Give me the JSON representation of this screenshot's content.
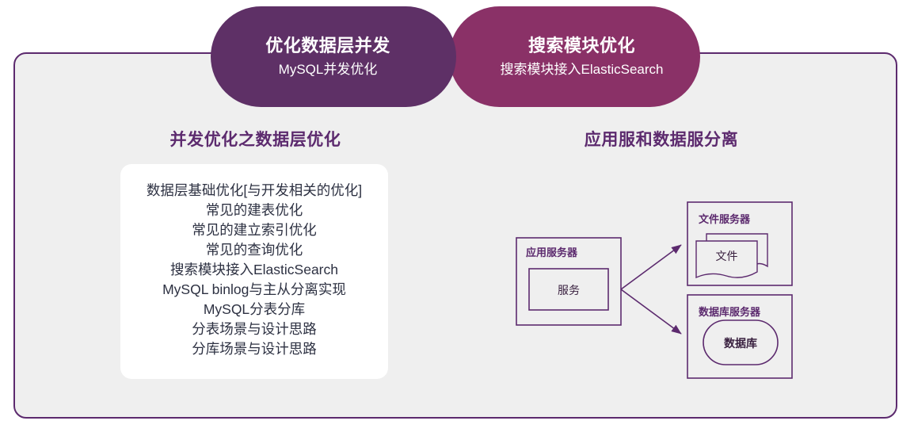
{
  "pills": [
    {
      "id": "optimize-data-layer-concurrency",
      "title": "优化数据层并发",
      "subtitle": "MySQL并发优化",
      "color": "#5e3066"
    },
    {
      "id": "search-module-optimization",
      "title": "搜索模块优化",
      "subtitle": "搜索模块接入ElasticSearch",
      "color": "#8a3167"
    }
  ],
  "left_panel": {
    "heading": "并发优化之数据层优化",
    "topics": [
      "数据层基础优化[与开发相关的优化]",
      "常见的建表优化",
      "常见的建立索引优化",
      "常见的查询优化",
      "搜索模块接入ElasticSearch",
      "MySQL binlog与主从分离实现",
      "MySQL分表分库",
      "分表场景与设计思路",
      "分库场景与设计思路"
    ]
  },
  "right_panel": {
    "heading": "应用服和数据服分离",
    "diagram": {
      "app_server": {
        "title": "应用服务器",
        "inner_label": "服务"
      },
      "file_server": {
        "title": "文件服务器",
        "inner_label": "文件"
      },
      "db_server": {
        "title": "数据库服务器",
        "inner_label": "数据库"
      },
      "arrows": [
        {
          "from": "app_server",
          "to": "file_server"
        },
        {
          "from": "app_server",
          "to": "db_server"
        }
      ]
    }
  },
  "colors": {
    "accent_purple": "#5c2a6e",
    "pill_left": "#5e3066",
    "pill_right": "#8a3167",
    "panel_bg": "#efefef",
    "card_bg": "#ffffff",
    "body_text": "#2d3142"
  }
}
